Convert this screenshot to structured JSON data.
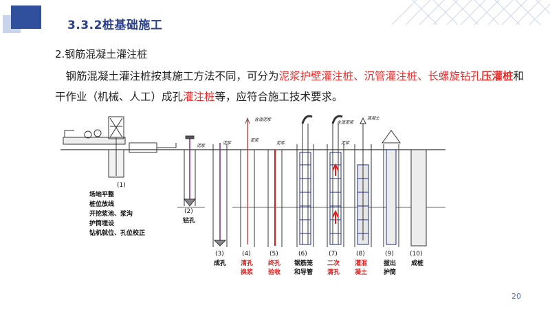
{
  "header": {
    "title": "3.3.2桩基础施工"
  },
  "section": {
    "subheading": "2.钢筋混凝土灌注桩",
    "para": {
      "p1": "钢筋混凝土灌注桩按其施工方法不同，可分为",
      "r1": "泥浆护壁灌注桩、沉管灌注桩、长螺旋钻孔",
      "r2": "压灌桩",
      "p2": "和干作业（机械、人工）成孔",
      "r3": "灌注桩",
      "p3": "等，应符合施工技术要求。"
    }
  },
  "diagram": {
    "steps": [
      {
        "num": "(1)",
        "lines": [
          "场地平整",
          "桩位放线",
          "开挖浆池、浆沟",
          "护筒埋设",
          "钻机就位、孔位校正"
        ]
      },
      {
        "num": "(2)",
        "lines": [
          "钻孔"
        ]
      },
      {
        "num": "(3)",
        "lines": [
          "成孔"
        ]
      },
      {
        "num": "(4)",
        "lines": [
          "清孔",
          "换浆"
        ]
      },
      {
        "num": "(5)",
        "lines": [
          "终孔",
          "验收"
        ]
      },
      {
        "num": "(6)",
        "lines": [
          "钢筋笼",
          "和导管"
        ]
      },
      {
        "num": "(7)",
        "lines": [
          "二次",
          "清孔"
        ]
      },
      {
        "num": "(8)",
        "lines": [
          "灌混",
          "凝土"
        ]
      },
      {
        "num": "(9)",
        "lines": [
          "拔出",
          "护筒"
        ]
      },
      {
        "num": "(10)",
        "lines": [
          "成桩"
        ]
      }
    ],
    "annotations": {
      "a1": "泥浆",
      "a2": "泥浆",
      "a3": "含渣泥浆",
      "a4": "泥浆",
      "a5": "泥浆",
      "a6": "含渣泥浆",
      "a7": "泥浆",
      "a8": "混凝土"
    }
  },
  "footer": {
    "page_number": "20"
  },
  "colors": {
    "accent": "#2b3f86",
    "highlight": "#e53030"
  }
}
